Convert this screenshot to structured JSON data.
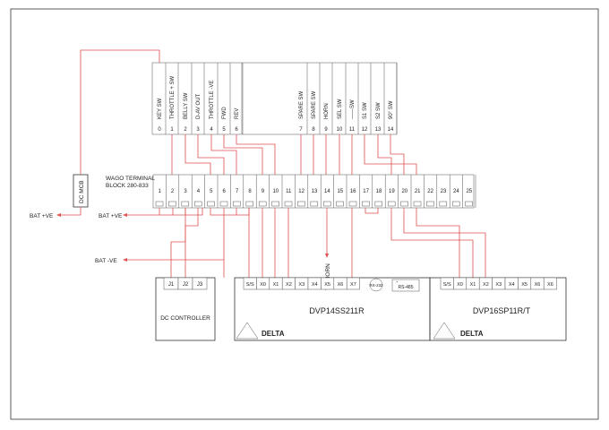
{
  "header": {
    "labels": [
      "KEY SW",
      "THROTTLE + SW",
      "BELLY SW",
      "D-AV OUT",
      "THROTTLE -VE",
      "FWD",
      "REV",
      "SPARE SW",
      "SPARE SW",
      "HORN",
      "SEL SW",
      "------SW",
      "S1 SW",
      "S2 SW",
      "90° SW"
    ],
    "numbers": [
      "0",
      "1",
      "2",
      "3",
      "4",
      "5",
      "6",
      "7",
      "8",
      "9",
      "10",
      "11",
      "12",
      "13",
      "14"
    ]
  },
  "terminal_block": {
    "title_line1": "WAGO TERMINAL",
    "title_line2": "BLOCK 280-833",
    "numbers": [
      "1",
      "2",
      "3",
      "4",
      "5",
      "6",
      "7",
      "8",
      "9",
      "10",
      "11",
      "12",
      "13",
      "14",
      "15",
      "16",
      "17",
      "18",
      "19",
      "20",
      "21",
      "22",
      "23",
      "24",
      "25"
    ]
  },
  "mcb": {
    "label": "DC MCB"
  },
  "labels": {
    "bat_pos_left": "BAT +VE",
    "bat_pos_mid": "BAT +VE",
    "bat_neg": "BAT -VE",
    "to_horn": "TO HORN"
  },
  "dc_controller": {
    "pins": [
      "J1",
      "J2",
      "J3"
    ],
    "title": "DC CONTROLLER"
  },
  "plc1": {
    "pins": [
      "S/S",
      "X0",
      "X1",
      "X2",
      "X3",
      "X4",
      "X5",
      "X6",
      "X7"
    ],
    "rs232": "RS-232",
    "rs485": "RS-485",
    "model": "DVP14SS211R",
    "logo": "DELTA"
  },
  "plc2": {
    "pins": [
      "S/S",
      "X0",
      "X1",
      "X2",
      "X3",
      "X4",
      "X5",
      "X6",
      "X6"
    ],
    "model": "DVP16SP11R/T",
    "logo": "DELTA"
  },
  "colors": {
    "wire": "#e05050",
    "line": "#333333"
  }
}
